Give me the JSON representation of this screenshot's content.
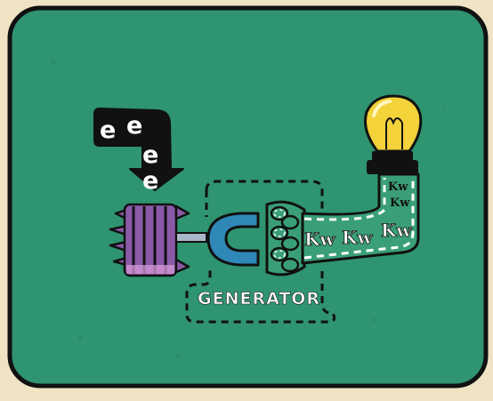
{
  "labels": {
    "generator": "GENERATOR",
    "electron": "e",
    "kilowatt": "Kw"
  },
  "colors": {
    "panel": "#2f9470",
    "border": "#111111",
    "paper": "#efe3c4",
    "turbine": "#8a5aa8",
    "magnet": "#2f88b8",
    "bulb": "#f3d23a",
    "coil_fill": "#3a9f78"
  },
  "icons": [
    "electron-arrow-icon",
    "turbine-icon",
    "magnet-icon",
    "coil-icon",
    "wire-icon",
    "light-bulb-icon"
  ]
}
